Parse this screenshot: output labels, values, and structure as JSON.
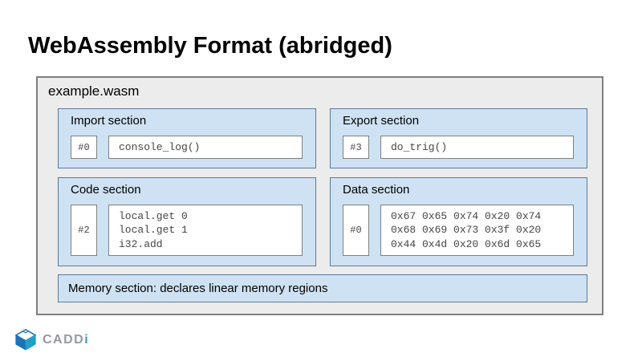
{
  "slide": {
    "title": "WebAssembly Format (abridged)",
    "file_label": "example.wasm"
  },
  "sections": {
    "import": {
      "label": "Import section",
      "index": "#0",
      "content": [
        "console_log()"
      ]
    },
    "export": {
      "label": "Export section",
      "index": "#3",
      "content": [
        "do_trig()"
      ]
    },
    "code": {
      "label": "Code section",
      "index": "#2",
      "content": [
        "local.get 0",
        "local.get 1",
        "i32.add"
      ]
    },
    "data": {
      "label": "Data section",
      "index": "#0",
      "content": [
        "0x67 0x65 0x74 0x20 0x74",
        "0x68 0x69 0x73 0x3f 0x20",
        "0x44 0x4d 0x20 0x6d 0x65"
      ]
    },
    "memory": {
      "label": "Memory section: declares linear memory regions"
    }
  },
  "logo": {
    "text_main": "CADD",
    "text_accent": "i"
  },
  "colors": {
    "section_fill": "#cfe2f3",
    "section_border": "#5a7a99",
    "container_fill": "#ececec",
    "container_border": "#7f7f7f",
    "logo_blue": "#1d71b8",
    "logo_teal": "#21a0c8",
    "logo_gray": "#97999e"
  }
}
